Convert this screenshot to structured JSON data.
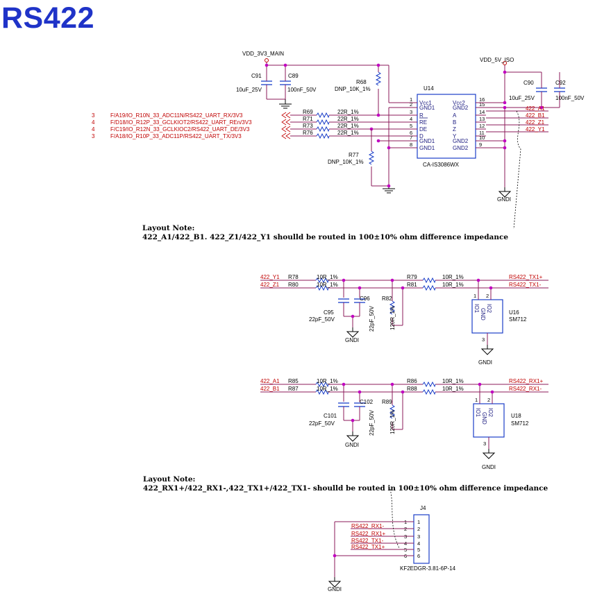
{
  "title": "RS422",
  "notes": {
    "note1_head": "Layout Note:",
    "note1_body": "422_A1/422_B1. 422_Z1/422_Y1 shoulld be routed in 100±10% ohm difference impedance",
    "note2_head": "Layout Note:",
    "note2_body": "422_RX1+/422_RX1-,422_TX1+/422_TX1- shoulld be routed in 100±10% ohm difference impedance"
  },
  "power": {
    "vdd33": "VDD_3V3_MAIN",
    "vdd5": "VDD_5V_ISO",
    "gnd": "GNDI"
  },
  "components": {
    "c91": {
      "ref": "C91",
      "val": "10uF_25V"
    },
    "c89": {
      "ref": "C89",
      "val": "100nF_50V"
    },
    "c90": {
      "ref": "C90",
      "val": "10uF_25V"
    },
    "c92": {
      "ref": "C92",
      "val": "100nF_50V"
    },
    "r68": {
      "ref": "R68",
      "val": "DNP_10K_1%"
    },
    "r77": {
      "ref": "R77",
      "val": "DNP_10K_1%"
    },
    "u14": {
      "ref": "U14",
      "part": "CA-IS3086WX"
    },
    "c95": {
      "ref": "C95",
      "val": "22pF_50V"
    },
    "c96": {
      "ref": "C96",
      "val": "22pF_50V"
    },
    "r82": {
      "ref": "R82",
      "val": "120R_1%"
    },
    "u16": {
      "ref": "U16",
      "part": "SM712"
    },
    "c101": {
      "ref": "C101",
      "val": "22pF_50V"
    },
    "c102": {
      "ref": "C102",
      "val": "22pF_50V"
    },
    "r89": {
      "ref": "R89",
      "val": "120R_1%"
    },
    "u18": {
      "ref": "U18",
      "part": "SM712"
    },
    "j4": {
      "ref": "J4",
      "part": "KF2EDGR-3.81-6P-14"
    }
  },
  "u14_left": [
    {
      "pin": "1",
      "name": "Vcc1"
    },
    {
      "pin": "2",
      "name": "GND1"
    },
    {
      "pin": "3",
      "name": "R"
    },
    {
      "pin": "4",
      "name": "RE"
    },
    {
      "pin": "5",
      "name": "DE"
    },
    {
      "pin": "6",
      "name": "D"
    },
    {
      "pin": "7",
      "name": "GND1"
    },
    {
      "pin": "8",
      "name": "GND1"
    }
  ],
  "u14_right": [
    {
      "pin": "16",
      "name": "Vcc2"
    },
    {
      "pin": "15",
      "name": "GND2"
    },
    {
      "pin": "14",
      "name": "A"
    },
    {
      "pin": "13",
      "name": "B"
    },
    {
      "pin": "12",
      "name": "Z"
    },
    {
      "pin": "11",
      "name": "Y"
    },
    {
      "pin": "10",
      "name": "GND2"
    },
    {
      "pin": "9",
      "name": "GND2"
    }
  ],
  "mcu_nets": [
    {
      "sheet": "3",
      "net": "F/A19/IO_R10N_33_ADC11N/RS422_UART_RX/3V3",
      "res": "R69",
      "val": "22R_1%"
    },
    {
      "sheet": "4",
      "net": "F/D18/IO_R12P_33_GCLKIOT2/RS422_UART_REn/3V3",
      "res": "R71",
      "val": "22R_1%"
    },
    {
      "sheet": "4",
      "net": "F/C19/IO_R12N_33_GCLKIOC2/RS422_UART_DE/3V3",
      "res": "R73",
      "val": "22R_1%"
    },
    {
      "sheet": "3",
      "net": "F/A18/IO_R10P_33_ADC11P/RS422_UART_TX/3V3",
      "res": "R76",
      "val": "22R_1%"
    }
  ],
  "bus_nets": [
    "422_A1",
    "422_B1",
    "422_Z1",
    "422_Y1"
  ],
  "tx_block": {
    "in1": "422_Y1",
    "in2": "422_Z1",
    "r1": "R78",
    "r2": "R80",
    "r3": "R79",
    "r4": "R81",
    "val": "10R_1%",
    "out1": "RS422_TX1+",
    "out2": "RS422_TX1-"
  },
  "rx_block": {
    "in1": "422_A1",
    "in2": "422_B1",
    "r1": "R85",
    "r2": "R87",
    "r3": "R86",
    "r4": "R88",
    "val": "10R_1%",
    "out1": "RS422_RX1+",
    "out2": "RS422_RX1-"
  },
  "tvs_pins": {
    "io1": "IO1",
    "io2": "IO2",
    "gnd": "GND",
    "p1": "1",
    "p2": "2",
    "p3": "3"
  },
  "j4_nets": [
    "RS422_RX1-",
    "RS422_RX1+",
    "RS422_TX1-",
    "RS422_TX1+"
  ],
  "j4_pins": [
    "1",
    "2",
    "3",
    "4",
    "5",
    "6"
  ],
  "colors": {
    "title": "#1f33c8",
    "net": "#c00000",
    "wire": "#8b1a5a",
    "junction": "#c000c0"
  }
}
